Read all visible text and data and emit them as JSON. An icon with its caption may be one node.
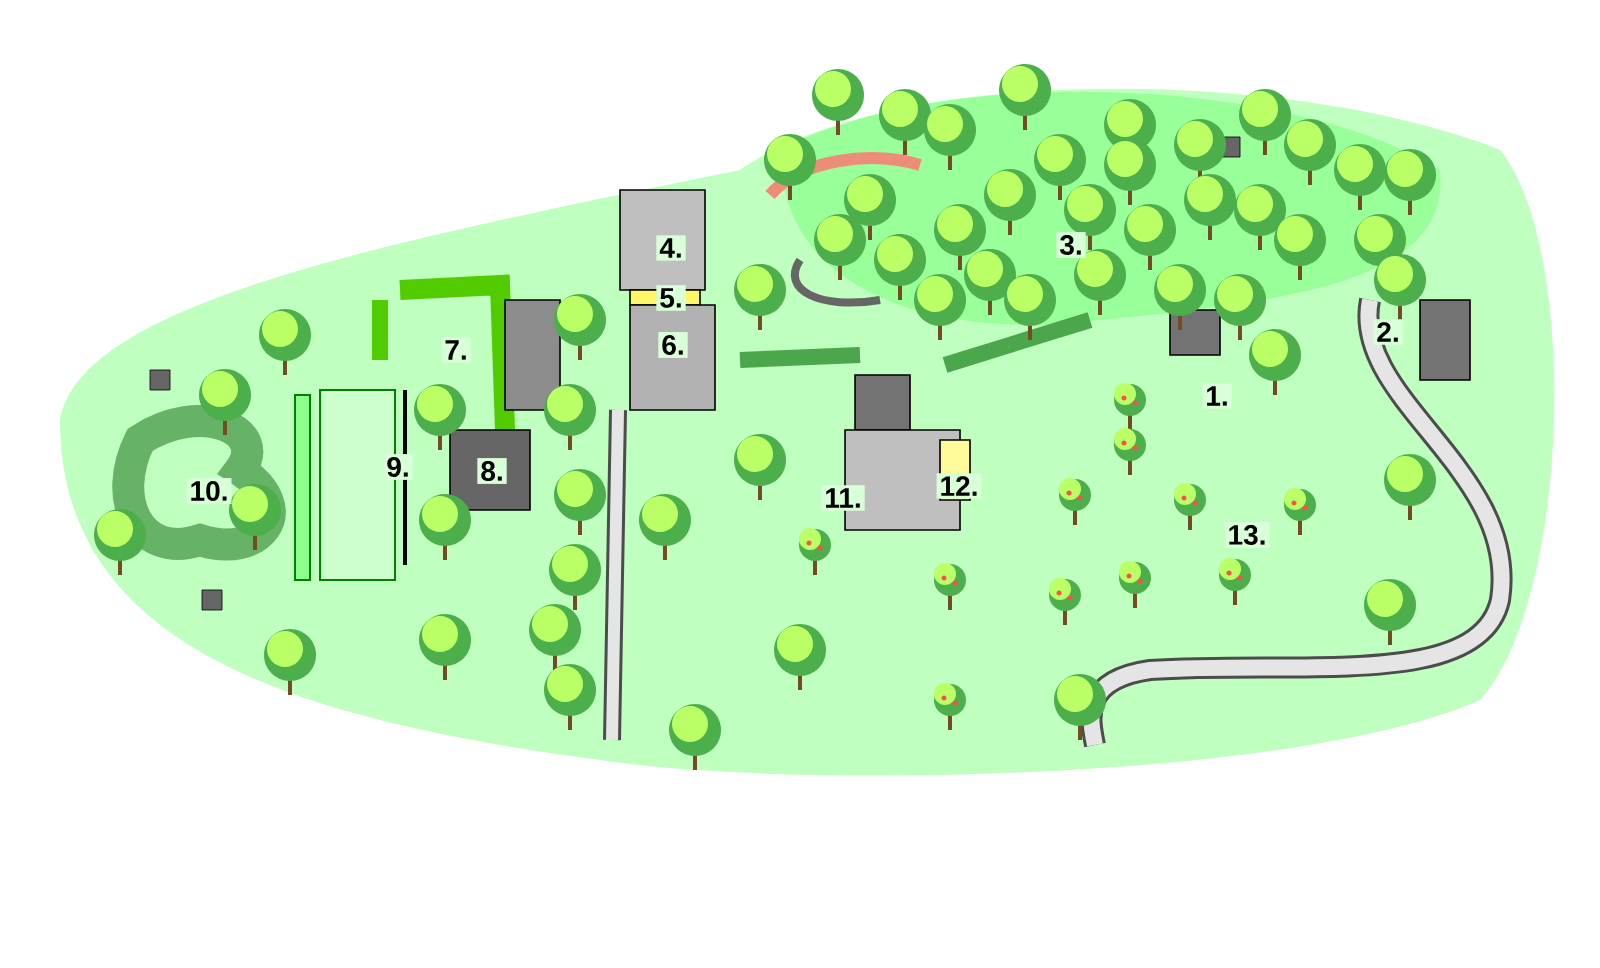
{
  "diagram": {
    "labels": [
      "3.",
      "4.",
      "5.",
      "2.",
      "6.",
      "7.",
      "1.",
      "9.",
      "8.",
      "12.",
      "10.",
      "11.",
      "13."
    ]
  }
}
